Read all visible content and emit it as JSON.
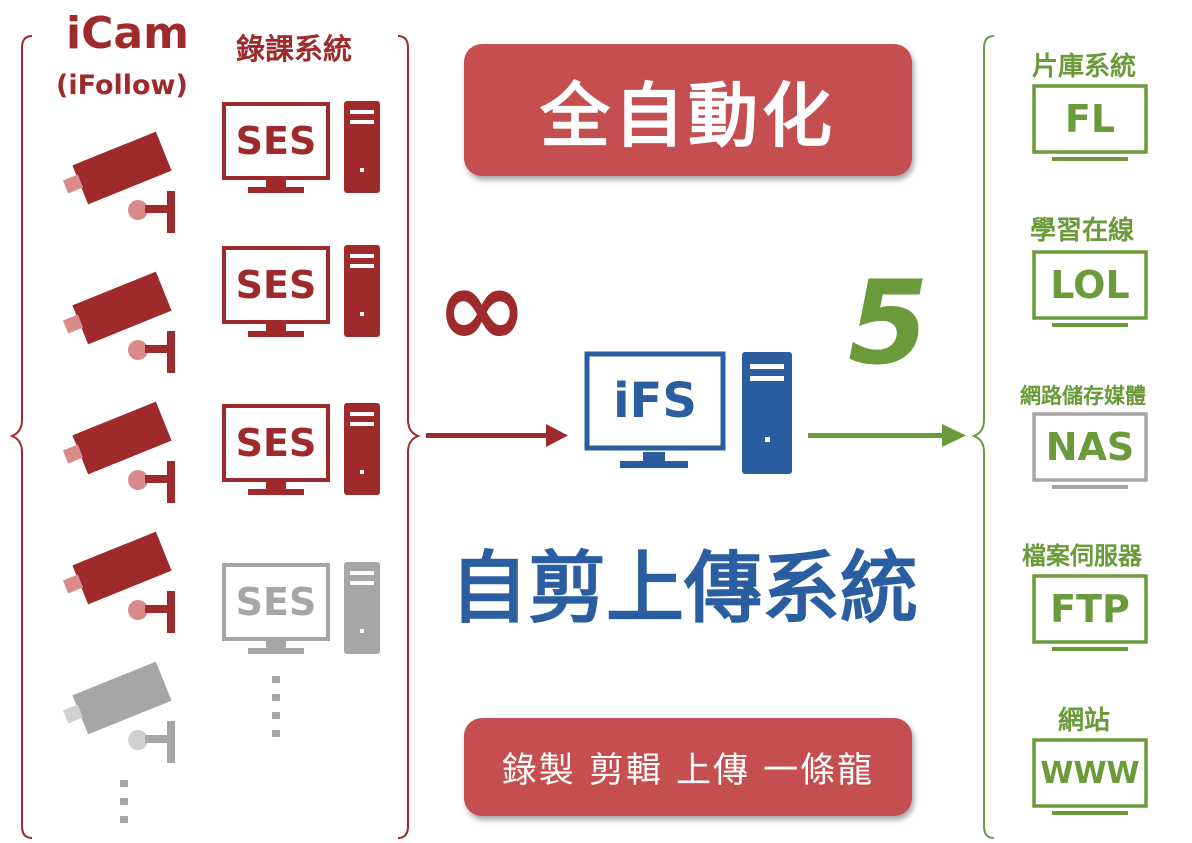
{
  "icam": {
    "title": "iCam",
    "subtitle": "(iFollow)"
  },
  "recording": {
    "title": "錄課系統",
    "monitor_label": "SES"
  },
  "automation_banner": "全自動化",
  "infinity_symbol": "∞",
  "count_number": "5",
  "server": {
    "monitor_label": "iFS",
    "title": "自剪上傳系統"
  },
  "bottom_banner": "錄製 剪輯 上傳 一條龍",
  "destinations": [
    {
      "label": "片庫系統",
      "code": "FL"
    },
    {
      "label": "學習在線",
      "code": "LOL"
    },
    {
      "label": "網路儲存媒體",
      "code": "NAS"
    },
    {
      "label": "檔案伺服器",
      "code": "FTP"
    },
    {
      "label": "網站",
      "code": "WWW"
    }
  ],
  "colors": {
    "red": "#9e2a2b",
    "banner_red": "#c54e50",
    "green": "#6a9a3a",
    "blue": "#2a5ea0",
    "grey": "#a6a6a6"
  }
}
